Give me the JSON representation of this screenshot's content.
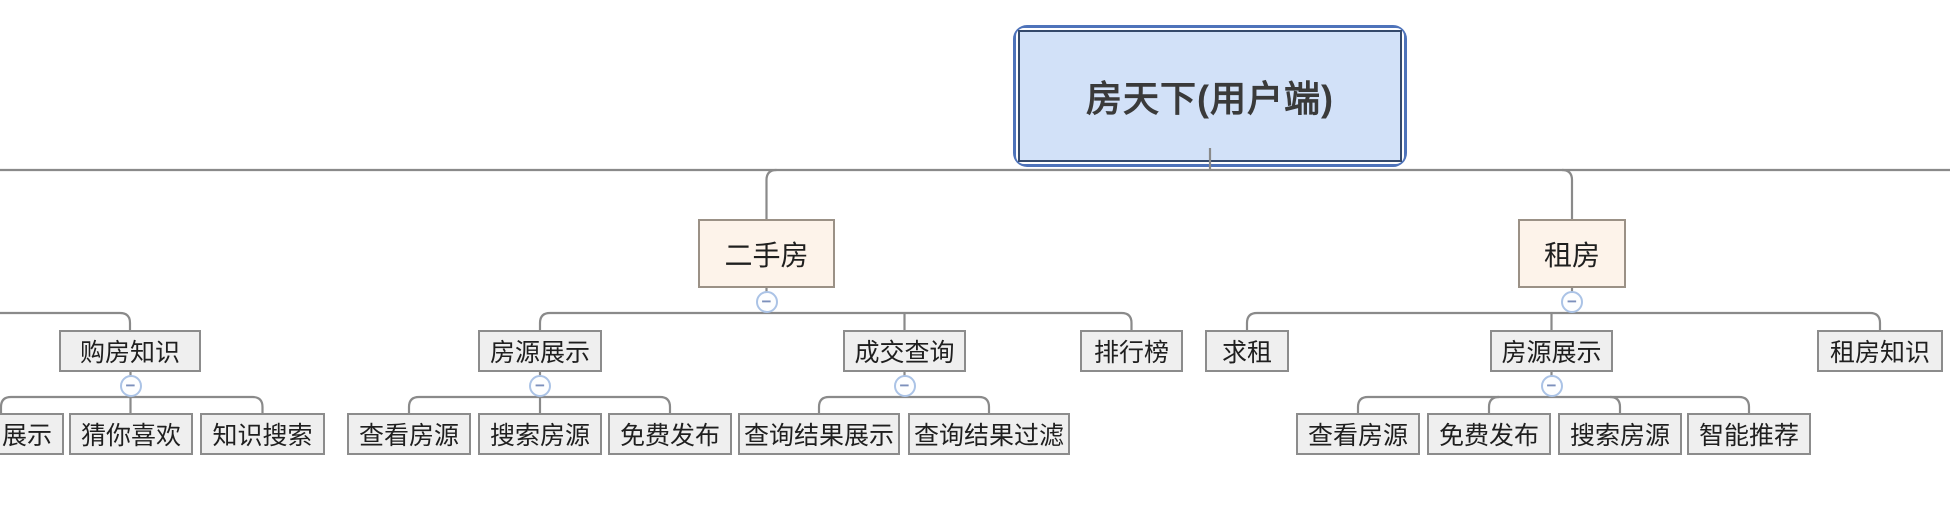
{
  "diagram": {
    "root": {
      "label": "房天下(用户端)"
    },
    "collapse_icon_glyph": "−",
    "colors": {
      "accent": "#4e73ba",
      "root_fill": "#d2e1f8",
      "root_inner_border": "#34496b",
      "branch_fill": "#fdf3ea",
      "branch_border": "#9b9186",
      "leaf_fill": "#efefef",
      "leaf_border": "#8c8c8c",
      "line": "#8a8a8a",
      "collapse_border": "#abc3e6",
      "collapse_glyph": "#7c90bc"
    },
    "nodes": [
      {
        "id": "ershoufang",
        "label": "二手房",
        "level": 2,
        "parent": "root"
      },
      {
        "id": "zufang",
        "label": "租房",
        "level": 2,
        "parent": "root"
      },
      {
        "id": "goufang-zhishi",
        "label": "购房知识",
        "level": 3,
        "parent": "offscreen-left"
      },
      {
        "id": "fangyuan-zhanshi-esf",
        "label": "房源展示",
        "level": 3,
        "parent": "ershoufang"
      },
      {
        "id": "chengjiao-chaxun",
        "label": "成交查询",
        "level": 3,
        "parent": "ershoufang"
      },
      {
        "id": "paihangbang",
        "label": "排行榜",
        "level": 3,
        "parent": "ershoufang"
      },
      {
        "id": "qiuzu",
        "label": "求租",
        "level": 3,
        "parent": "zufang"
      },
      {
        "id": "fangyuan-zhanshi-zf",
        "label": "房源展示",
        "level": 3,
        "parent": "zufang"
      },
      {
        "id": "zufang-zhishi",
        "label": "租房知识",
        "level": 3,
        "parent": "zufang"
      },
      {
        "id": "zhanshi-clipped",
        "label": "展示",
        "level": 4,
        "parent": "goufang-zhishi"
      },
      {
        "id": "cainixihuan",
        "label": "猜你喜欢",
        "level": 4,
        "parent": "goufang-zhishi"
      },
      {
        "id": "zhishi-sousuo",
        "label": "知识搜索",
        "level": 4,
        "parent": "goufang-zhishi"
      },
      {
        "id": "chakan-fangyuan-esf",
        "label": "查看房源",
        "level": 4,
        "parent": "fangyuan-zhanshi-esf"
      },
      {
        "id": "sousuo-fangyuan-esf",
        "label": "搜索房源",
        "level": 4,
        "parent": "fangyuan-zhanshi-esf"
      },
      {
        "id": "mianfei-fabu-esf",
        "label": "免费发布",
        "level": 4,
        "parent": "fangyuan-zhanshi-esf"
      },
      {
        "id": "chaxun-jieguo-zhanshi",
        "label": "查询结果展示",
        "level": 4,
        "parent": "chengjiao-chaxun"
      },
      {
        "id": "chaxun-jieguo-guolv",
        "label": "查询结果过滤",
        "level": 4,
        "parent": "chengjiao-chaxun"
      },
      {
        "id": "chakan-fangyuan-zf",
        "label": "查看房源",
        "level": 4,
        "parent": "fangyuan-zhanshi-zf"
      },
      {
        "id": "mianfei-fabu-zf",
        "label": "免费发布",
        "level": 4,
        "parent": "fangyuan-zhanshi-zf"
      },
      {
        "id": "sousuo-fangyuan-zf",
        "label": "搜索房源",
        "level": 4,
        "parent": "fangyuan-zhanshi-zf"
      },
      {
        "id": "zhineng-tuijian",
        "label": "智能推荐",
        "level": 4,
        "parent": "fangyuan-zhanshi-zf"
      }
    ],
    "collapsed_branches": []
  }
}
